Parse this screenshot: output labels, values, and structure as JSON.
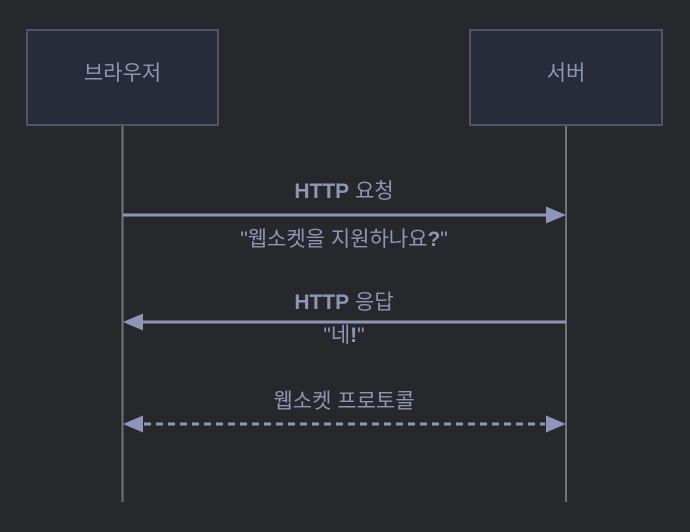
{
  "colors": {
    "background": "#26282B",
    "actor_fill": "#272B3A",
    "actor_border": "#4F566B",
    "text": "#8E96B7",
    "arrow": "#8E96B7",
    "lifeline": "#717375"
  },
  "actors": {
    "left": {
      "label": "브라우저"
    },
    "right": {
      "label": "서버"
    }
  },
  "messages": {
    "m1": {
      "arrow": "solid-right",
      "title_bold": "HTTP",
      "title_rest": " 요청",
      "sub_pre": "\"웹소켓을 지원하나요",
      "sub_bold": "?",
      "sub_post": "\""
    },
    "m2": {
      "arrow": "solid-left",
      "title_bold": "HTTP",
      "title_rest": " 응답",
      "sub_pre": "\"네",
      "sub_bold": "!",
      "sub_post": "\""
    },
    "m3": {
      "arrow": "dashed-both",
      "title": "웹소켓 프로토콜"
    }
  }
}
